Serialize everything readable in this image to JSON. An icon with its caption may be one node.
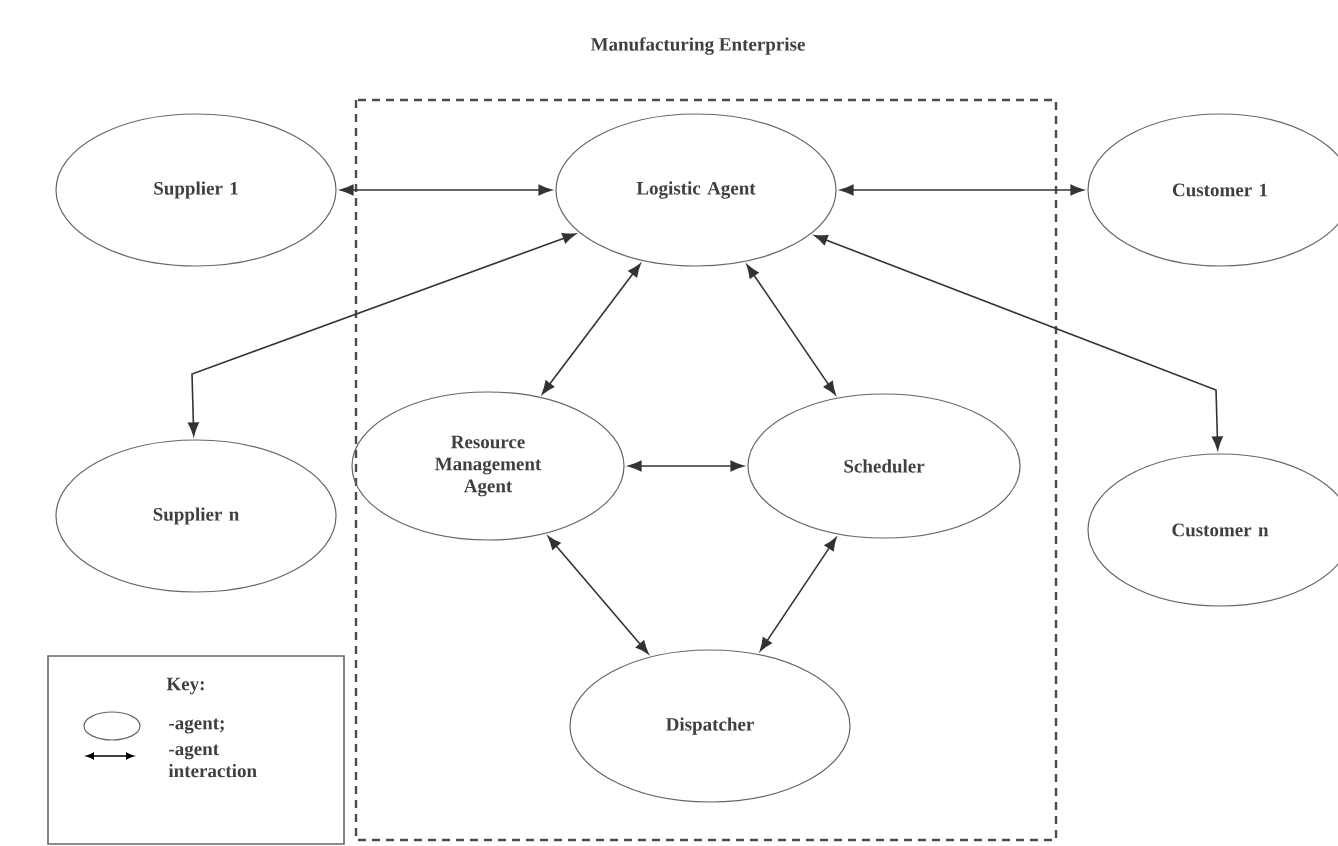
{
  "diagram": {
    "nodes": [
      {
        "text": [
          "Manufacturing Enterprise"
        ]
      },
      {
        "text": [
          "Supplier 1"
        ]
      },
      {
        "text": [
          "Logistic Agent"
        ],
        "in": 0
      },
      {
        "text": [
          "Customer 1"
        ]
      },
      {
        "text": [
          "Supplier n"
        ]
      },
      {
        "text": [
          "Resource Management Agent"
        ],
        "in": 0
      },
      {
        "text": [
          "Scheduler"
        ],
        "in": 0
      },
      {
        "text": [
          "Customer n"
        ]
      },
      {
        "text": [
          "Dispatcher"
        ],
        "in": 0
      }
    ],
    "edges": [
      {
        "from": 1,
        "to": 2,
        "arrow": "both"
      },
      {
        "from": 2,
        "to": 3,
        "arrow": "both"
      },
      {
        "from": 2,
        "to": 4,
        "arrow": "both"
      },
      {
        "from": 2,
        "to": 7,
        "arrow": "both"
      },
      {
        "from": 2,
        "to": 5,
        "arrow": "both"
      },
      {
        "from": 2,
        "to": 6,
        "arrow": "both"
      },
      {
        "from": 5,
        "to": 6,
        "arrow": "both"
      },
      {
        "from": 5,
        "to": 8,
        "arrow": "both"
      },
      {
        "from": 6,
        "to": 8,
        "arrow": "both"
      }
    ],
    "labels": [
      "Key:"
    ],
    "legend": [
      {
        "text": "-agent;"
      },
      {
        "text": "-agent interaction"
      }
    ]
  }
}
